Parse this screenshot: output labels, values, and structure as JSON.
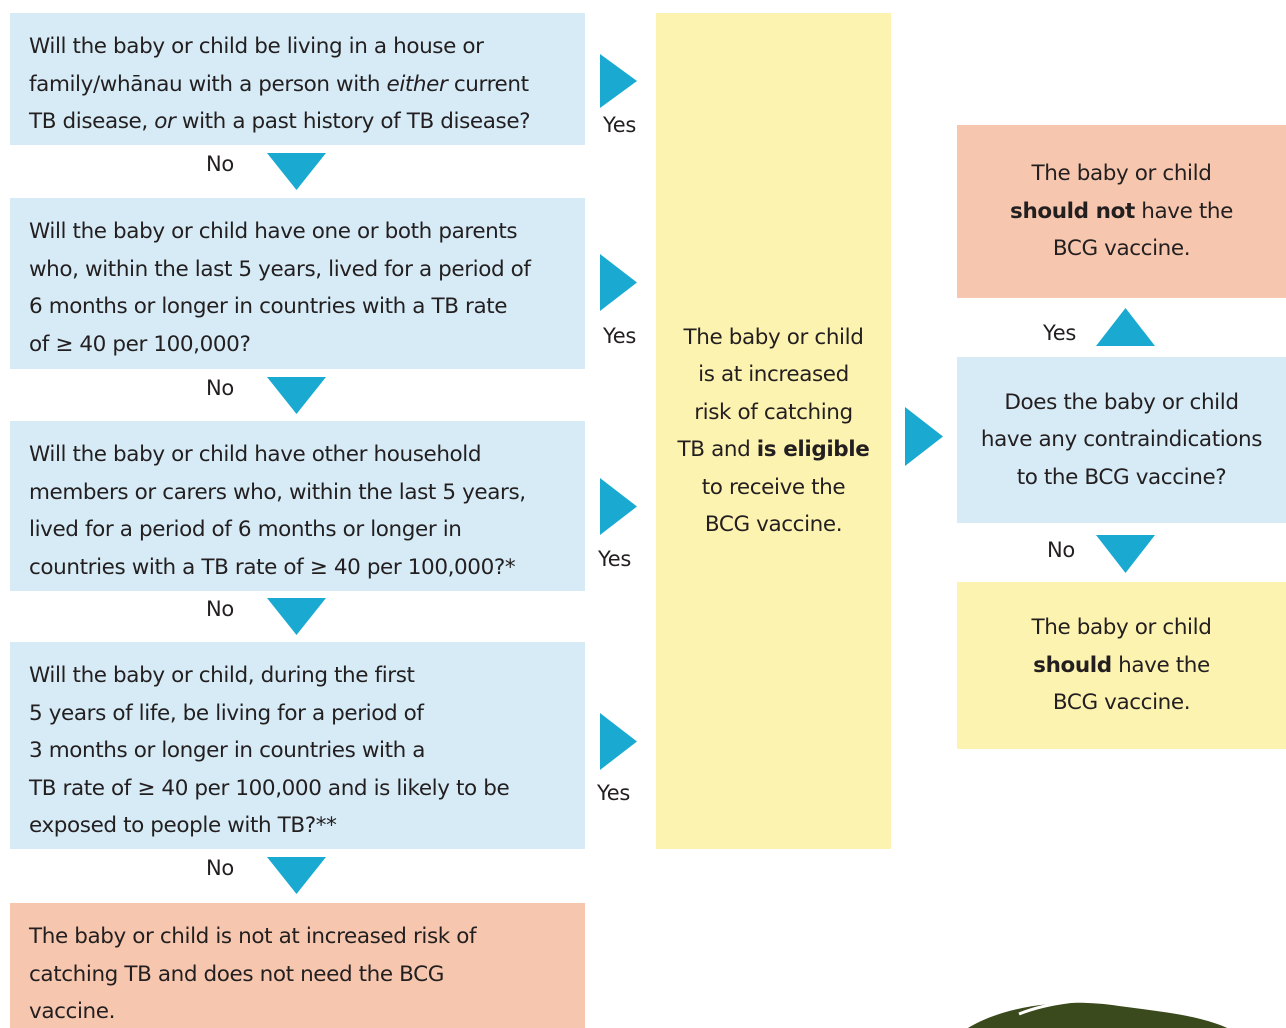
{
  "q1": {
    "line1": "Will the baby or child be living in a house or",
    "line2_a": "family/whānau with a person with ",
    "line2_em": "either",
    "line2_b": " current",
    "line3_a": "TB disease, ",
    "line3_em": "or",
    "line3_b": " with a past history of TB disease?"
  },
  "q2": {
    "line1": "Will the baby or child have one or both parents",
    "line2": "who, within the last 5 years, lived for a period of",
    "line3": "6 months or longer in countries with a TB rate",
    "line4": "of ≥ 40 per 100,000?"
  },
  "q3": {
    "line1": "Will the baby or child have other household",
    "line2": "members or carers who, within the last 5 years,",
    "line3": "lived for a period of 6 months or longer in",
    "line4": "countries with a TB rate of ≥ 40 per 100,000?*"
  },
  "q4": {
    "line1": "Will the baby or child, during the first",
    "line2": "5 years of life, be living for a period of",
    "line3": "3 months or longer in countries with a",
    "line4": "TB rate of ≥ 40 per 100,000 and is likely to be",
    "line5": "exposed to people with TB?**"
  },
  "not_at_risk": {
    "line1": "The baby or child is not at increased risk of",
    "line2": "catching TB and does not need the BCG",
    "line3": "vaccine."
  },
  "eligible": {
    "line1": "The baby or child",
    "line2": "is at increased",
    "line3": "risk of catching",
    "line4_a": "TB and ",
    "line4_b": "is eligible",
    "line5": "to receive the",
    "line6": "BCG vaccine."
  },
  "contra_question": {
    "line1": "Does the baby or child",
    "line2": "have any contraindications",
    "line3": "to the BCG vaccine?"
  },
  "should_not": {
    "line1": "The baby or child",
    "line2_b": "should not",
    "line2_a": " have the",
    "line3": "BCG vaccine."
  },
  "should": {
    "line1": "The baby or child",
    "line2_b": "should",
    "line2_a": " have the",
    "line3": "BCG vaccine."
  },
  "labels": {
    "yes": "Yes",
    "no": "No"
  },
  "colors": {
    "blue_box": "#d6ebf6",
    "yellow_box": "#fdf3b1",
    "salmon_box": "#f6c7ae",
    "arrow": "#1aaad1",
    "leaf": "#3a4a1c"
  }
}
